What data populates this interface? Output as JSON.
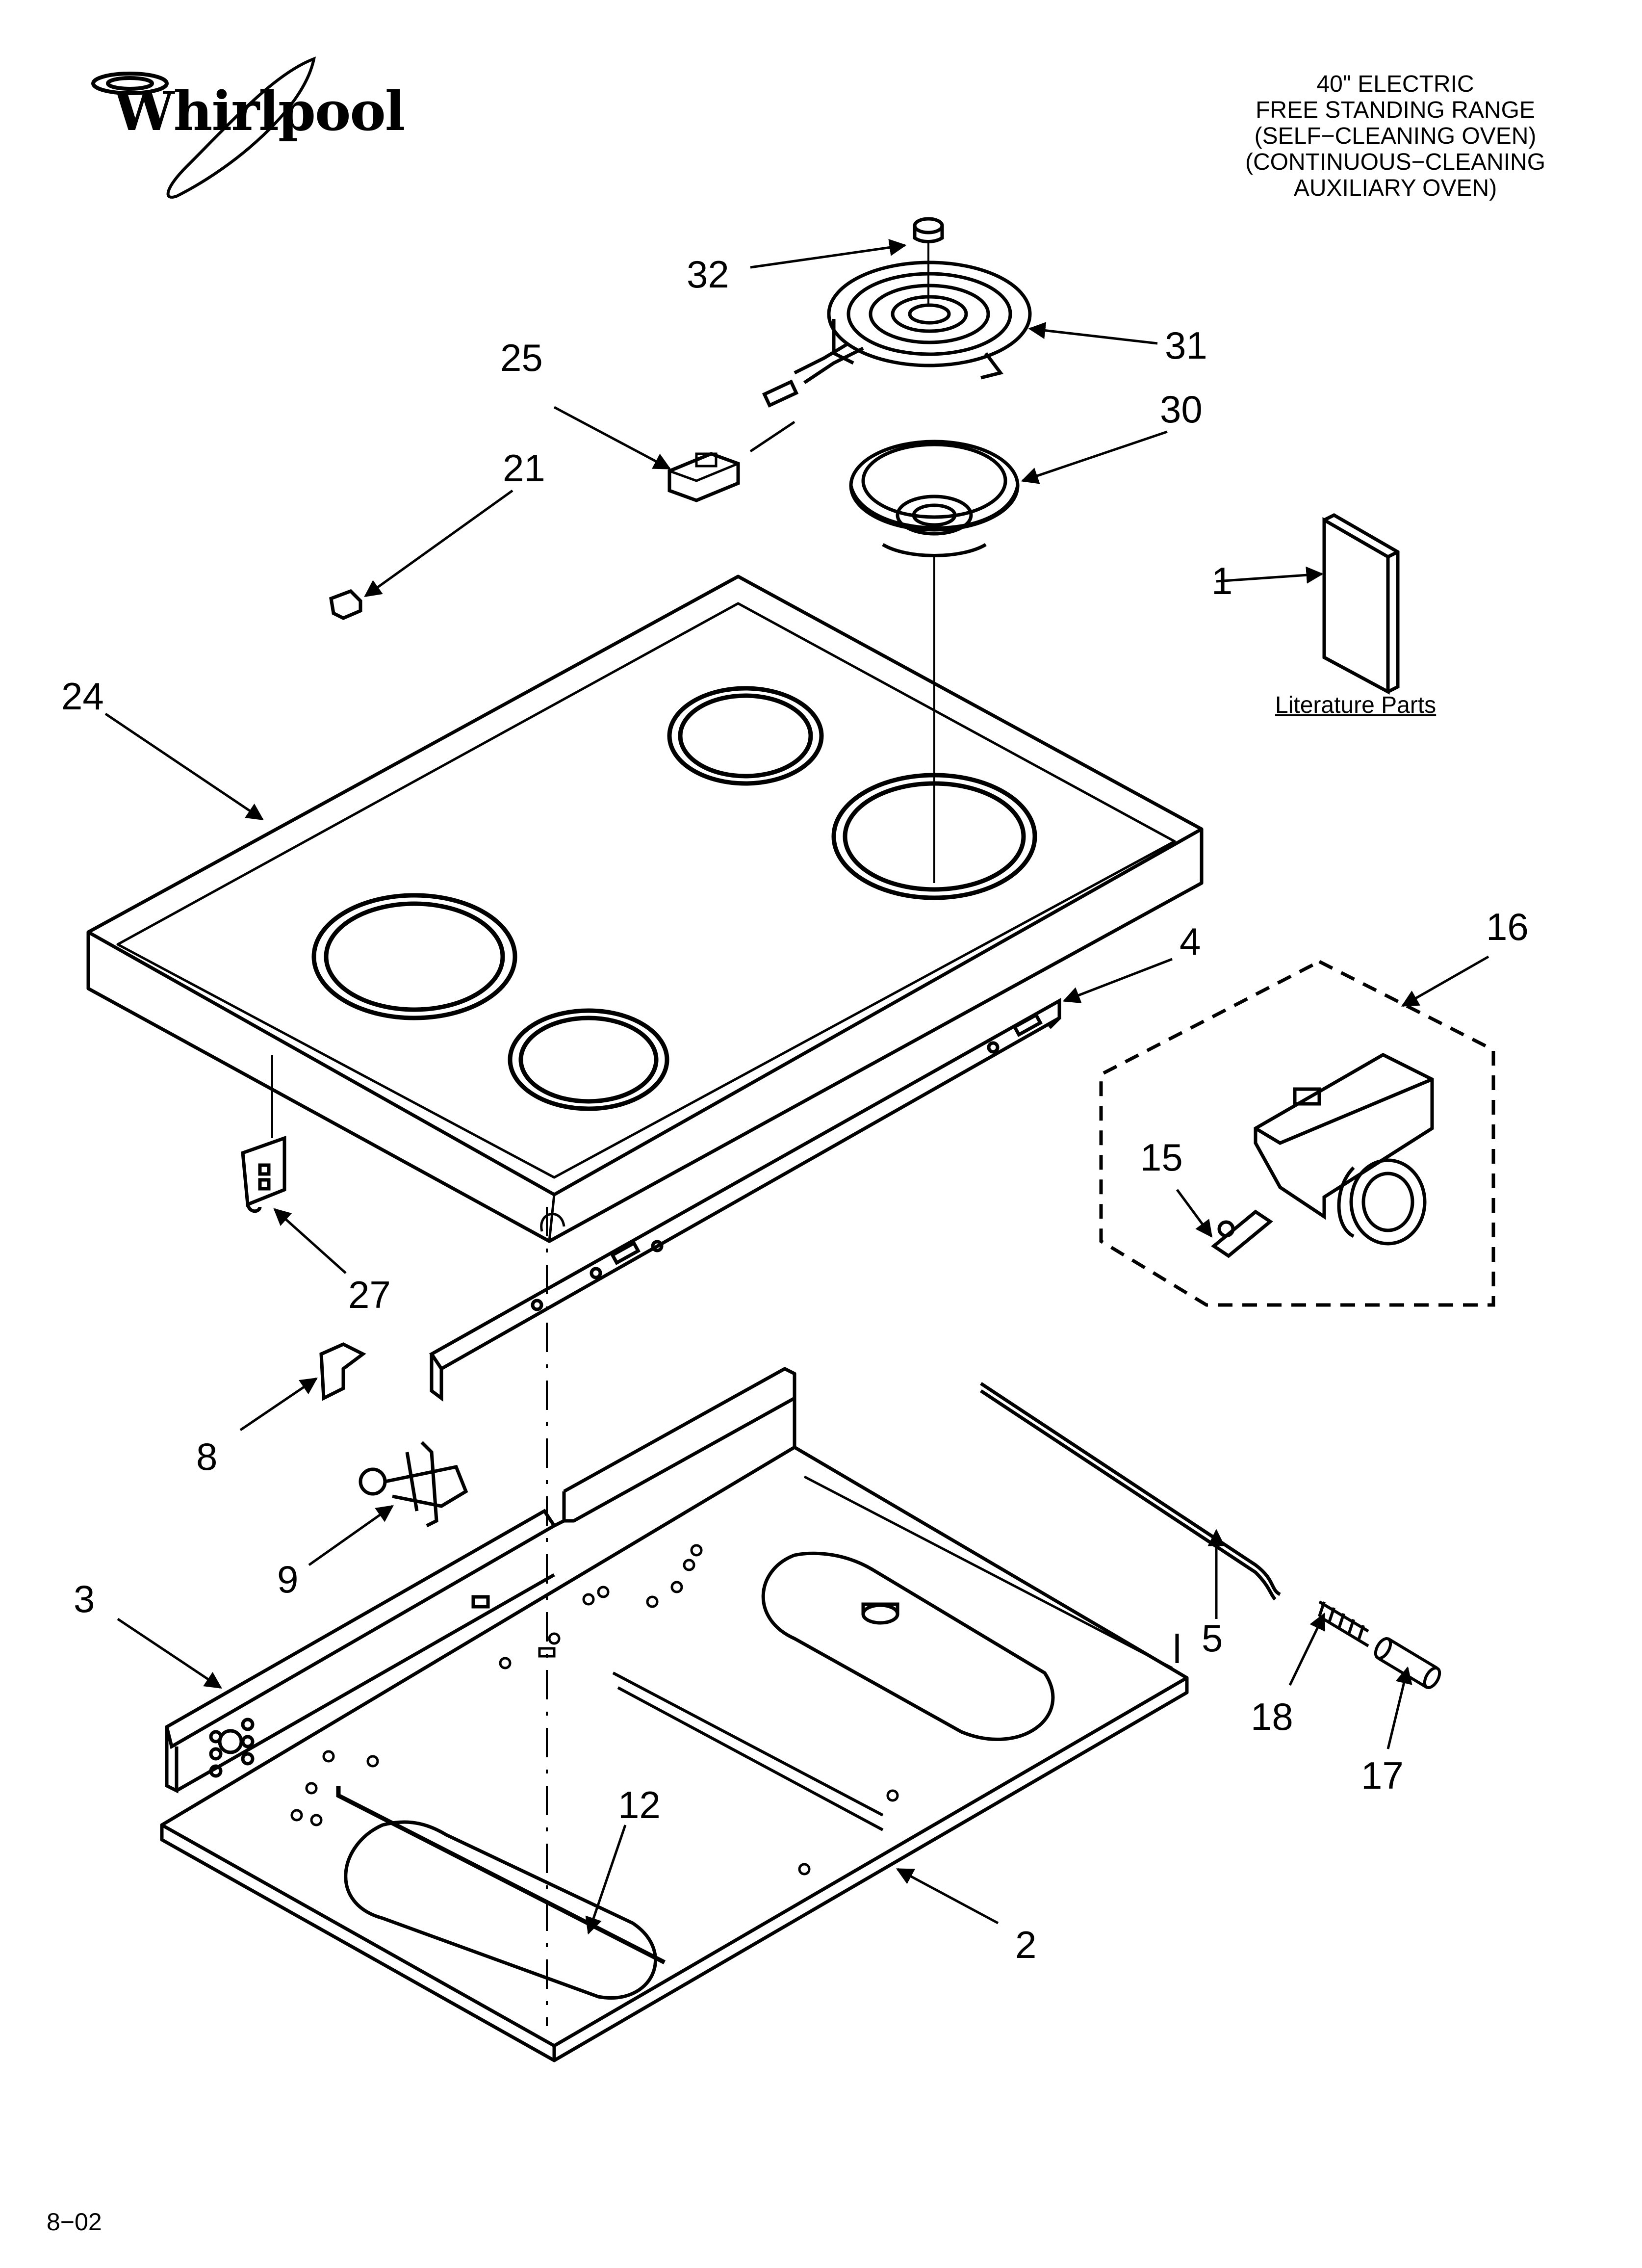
{
  "brand": {
    "name": "Whirlpool"
  },
  "title_lines": [
    "40\" ELECTRIC",
    "FREE STANDING RANGE",
    "(SELF−CLEANING OVEN)",
    "(CONTINUOUS−CLEANING",
    "AUXILIARY OVEN)"
  ],
  "literature_label": "Literature Parts",
  "footer_code": "8−02",
  "callouts": {
    "c32": "32",
    "c31": "31",
    "c30": "30",
    "c25": "25",
    "c21": "21",
    "c1": "1",
    "c24": "24",
    "c4": "4",
    "c16": "16",
    "c15": "15",
    "c27": "27",
    "c8": "8",
    "c9": "9",
    "c3": "3",
    "c5": "5",
    "c18": "18",
    "c17": "17",
    "c12": "12",
    "c2": "2"
  }
}
